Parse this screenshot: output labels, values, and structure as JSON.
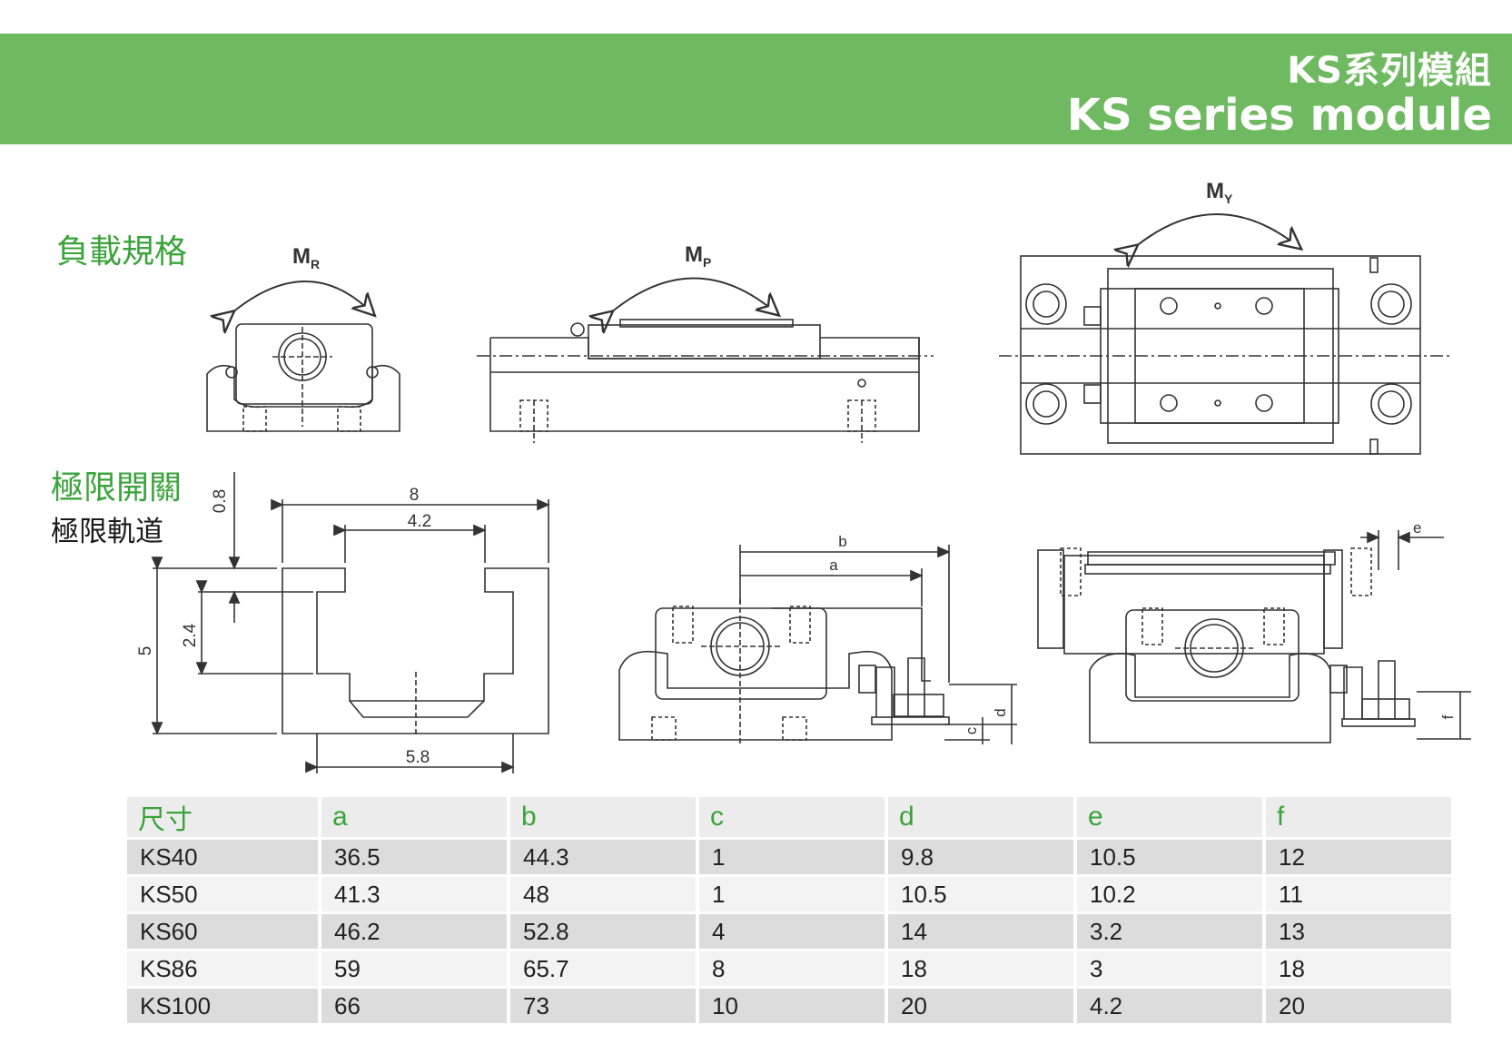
{
  "header": {
    "title_zh": "KS系列模組",
    "title_en": "KS series module"
  },
  "sections": {
    "load_spec": "負載規格",
    "limit_switch": "極限開關",
    "limit_rail": "極限軌道"
  },
  "diagram_labels": {
    "mr": "M",
    "mr_sub": "R",
    "mp": "M",
    "mp_sub": "P",
    "my": "M",
    "my_sub": "Y",
    "rail_width": "8",
    "rail_inner": "4.2",
    "rail_bottom": "5.8",
    "rail_height": "5",
    "rail_slot": "2.4",
    "rail_lip": "0.8",
    "dim_a": "a",
    "dim_b": "b",
    "dim_c": "c",
    "dim_d": "d",
    "dim_e": "e",
    "dim_f": "f"
  },
  "table": {
    "headers": [
      "尺寸",
      "a",
      "b",
      "c",
      "d",
      "e",
      "f"
    ],
    "rows": [
      [
        "KS40",
        "36.5",
        "44.3",
        "1",
        "9.8",
        "10.5",
        "12"
      ],
      [
        "KS50",
        "41.3",
        "48",
        "1",
        "10.5",
        "10.2",
        "11"
      ],
      [
        "KS60",
        "46.2",
        "52.8",
        "4",
        "14",
        "3.2",
        "13"
      ],
      [
        "KS86",
        "59",
        "65.7",
        "8",
        "18",
        "3",
        "18"
      ],
      [
        "KS100",
        "66",
        "73",
        "10",
        "20",
        "4.2",
        "20"
      ]
    ]
  },
  "colors": {
    "banner": "#6fba61",
    "accent_text": "#3aa33a",
    "row_dark": "#dcdcdc",
    "row_light": "#f3f3f3"
  }
}
